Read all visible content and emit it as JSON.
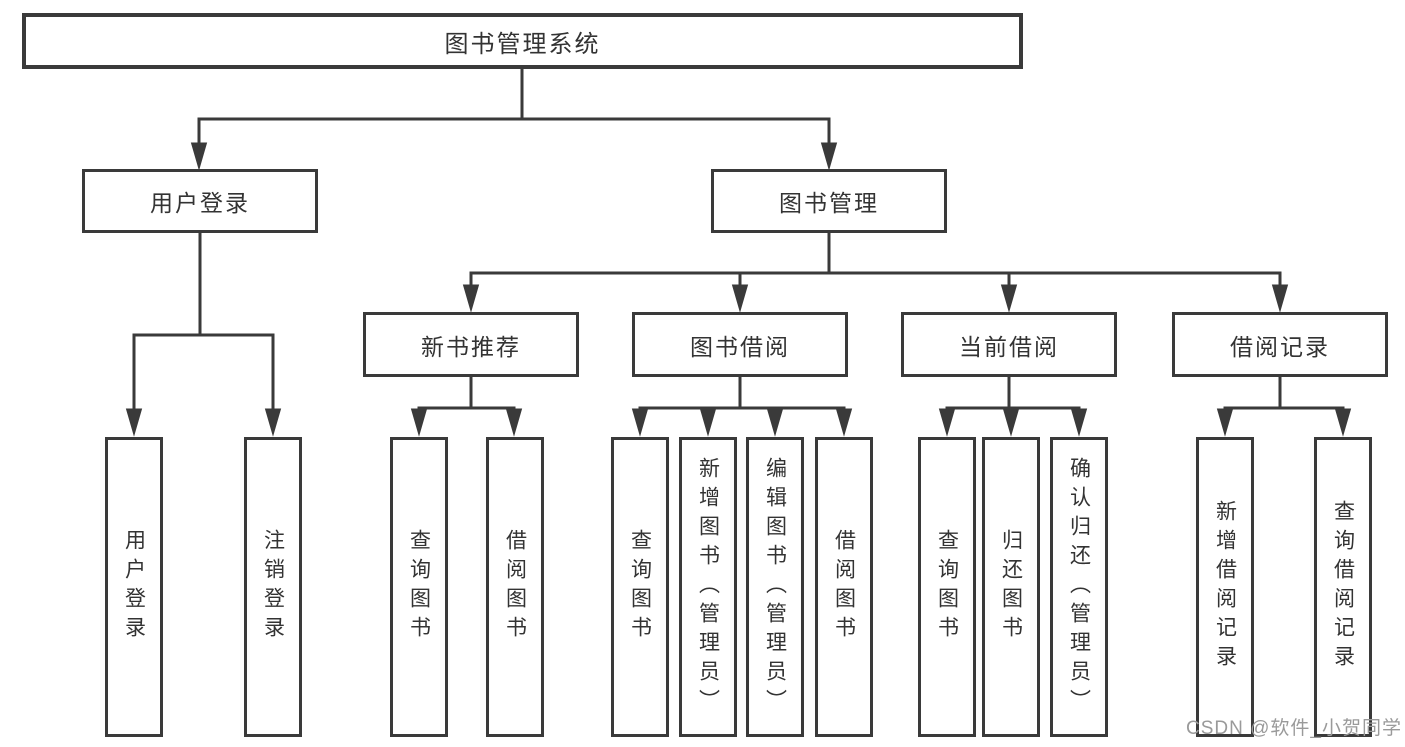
{
  "diagram": {
    "root": {
      "label": "图书管理系统"
    },
    "level2": [
      {
        "label": "用户登录"
      },
      {
        "label": "图书管理"
      }
    ],
    "level3": [
      {
        "label": "新书推荐"
      },
      {
        "label": "图书借阅"
      },
      {
        "label": "当前借阅"
      },
      {
        "label": "借阅记录"
      }
    ],
    "leaves": {
      "login": [
        {
          "label": "用户登录"
        },
        {
          "label": "注销登录"
        }
      ],
      "recommend": [
        {
          "label": "查询图书"
        },
        {
          "label": "借阅图书"
        }
      ],
      "borrow": [
        {
          "label": "查询图书"
        },
        {
          "label": "新增图书（管理员）"
        },
        {
          "label": "编辑图书（管理员）"
        },
        {
          "label": "借阅图书"
        }
      ],
      "current": [
        {
          "label": "查询图书"
        },
        {
          "label": "归还图书"
        },
        {
          "label": "确认归还（管理员）"
        }
      ],
      "records": [
        {
          "label": "新增借阅记录"
        },
        {
          "label": "查询借阅记录"
        }
      ]
    }
  },
  "watermark": {
    "text": "CSDN @软件_小贺同学"
  },
  "colors": {
    "line": "#3a3a3a",
    "text": "#333333",
    "box_fill": "#ffffff",
    "watermark": "#9a9a9a",
    "background": "#ffffff"
  }
}
